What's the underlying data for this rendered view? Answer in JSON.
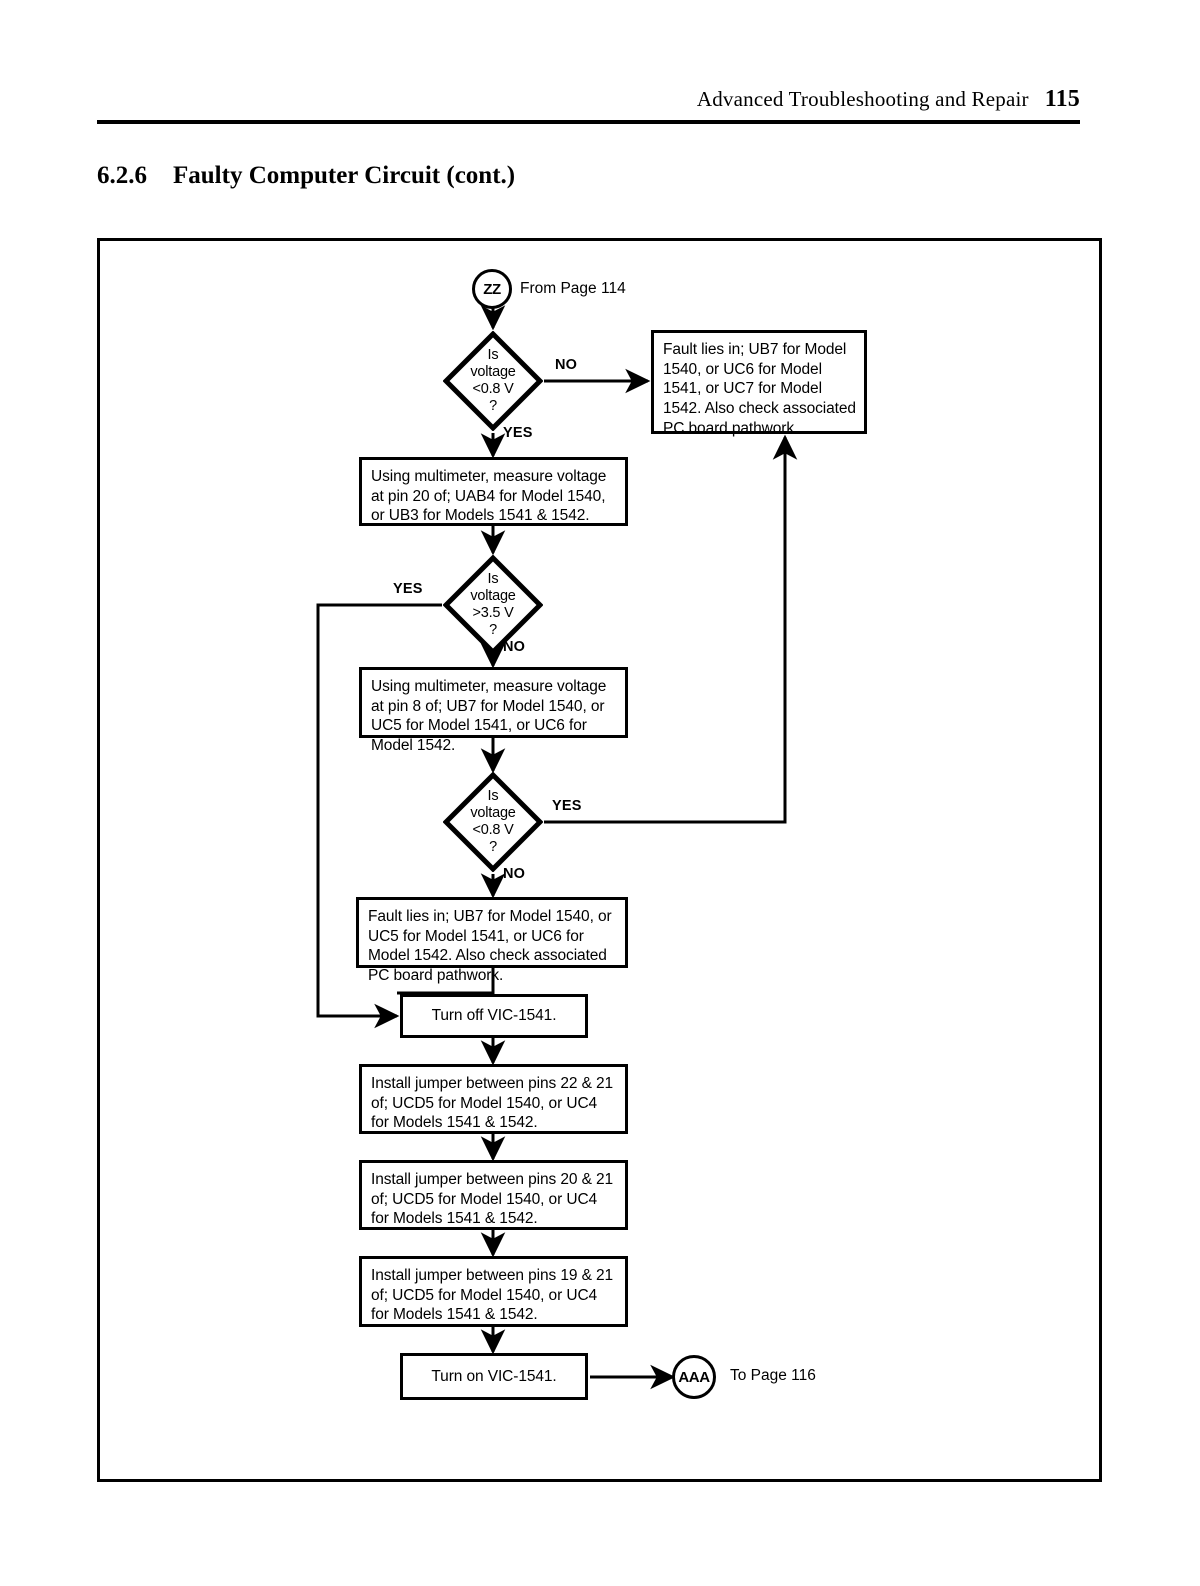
{
  "header": {
    "title": "Advanced Troubleshooting and Repair",
    "page_number": "115"
  },
  "section": {
    "number": "6.2.6",
    "title": "Faulty Computer Circuit (cont.)"
  },
  "flowchart": {
    "entry_connector": {
      "label": "ZZ",
      "caption": "From Page 114"
    },
    "exit_connector": {
      "label": "AAA",
      "caption": "To Page 116"
    },
    "decision_1": {
      "line1": "Is",
      "line2": "voltage",
      "line3": "<0.8 V",
      "line4": "?",
      "yes_label": "YES",
      "no_label": "NO"
    },
    "decision_2": {
      "line1": "Is",
      "line2": "voltage",
      "line3": ">3.5 V",
      "line4": "?",
      "yes_label": "YES",
      "no_label": "NO"
    },
    "decision_3": {
      "line1": "Is",
      "line2": "voltage",
      "line3": "<0.8 V",
      "line4": "?",
      "yes_label": "YES",
      "no_label": "NO"
    },
    "fault_box_1": "Fault lies in; UB7 for Model 1540, or UC6 for Model 1541, or  UC7 for Model 1542. Also check associated PC board  pathwork.",
    "measure_box_1": "Using multimeter, measure voltage at pin 20 of; UAB4 for  Model 1540, or UB3 for Models 1541 & 1542.",
    "measure_box_2": "Using multimeter, measure voltage at pin 8 of; UB7 for Model  1540, or UC5 for Model 1541, or UC6 for Model 1542.",
    "fault_box_2": "Fault lies in; UB7 for Model 1540, or UC5 for Model 1541, or  UC6 for Model 1542.  Also check associated PC board  pathwork.",
    "turn_off_box": "Turn off VIC-1541.",
    "jumper_box_1": "Install jumper between pins 22 & 21 of; UCD5 for Model 1540, or UC4 for Models 1541 & 1542.",
    "jumper_box_2": "Install jumper between pins 20 & 21 of; UCD5 for Model 1540, or UC4 for Models 1541 & 1542.",
    "jumper_box_3": "Install jumper between pins 19 & 21 of; UCD5 for  Model 1540, or UC4 for Models 1541 & 1542.",
    "turn_on_box": "Turn on VIC-1541."
  }
}
